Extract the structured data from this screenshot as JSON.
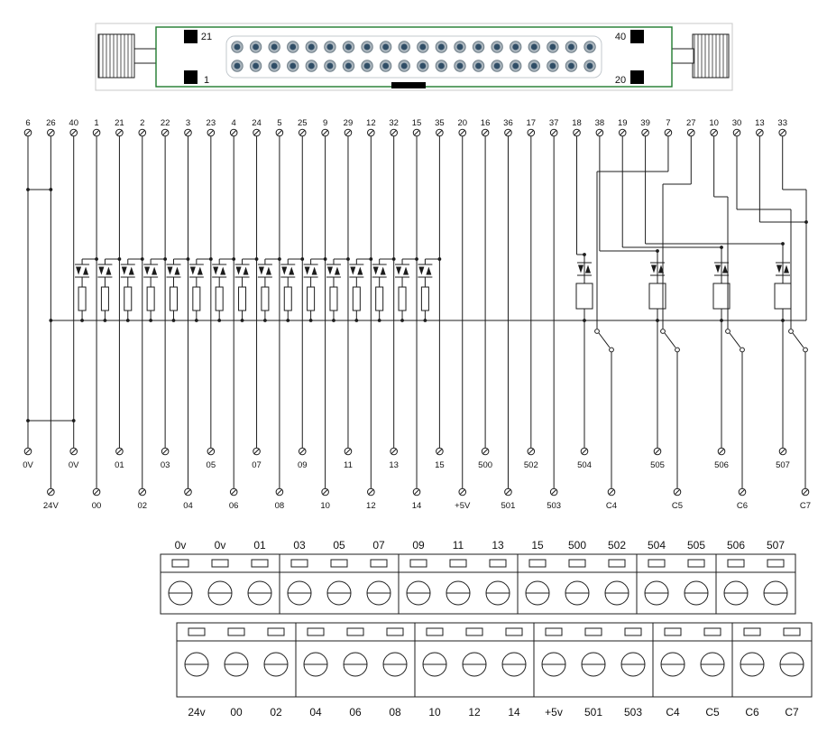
{
  "colors": {
    "line": "#1c1c1c",
    "green": "#1e7a2e",
    "gray_frame": "#c8c8c8",
    "pin_outer": "#a9b4bc",
    "pin_outer_stroke": "#6f7e88",
    "pin_inner": "#2f4d66",
    "black": "#000000"
  },
  "connector": {
    "label_top_left": "21",
    "label_bottom_left": "1",
    "label_top_right": "40",
    "label_bottom_right": "20",
    "rows": 2,
    "pins_per_row": 20
  },
  "schematic": {
    "top_pins": [
      "6",
      "26",
      "40",
      "1",
      "21",
      "2",
      "22",
      "3",
      "23",
      "4",
      "24",
      "5",
      "25",
      "9",
      "29",
      "12",
      "32",
      "15",
      "35",
      "20",
      "16",
      "36",
      "17",
      "37",
      "18",
      "38",
      "19",
      "39",
      "7",
      "27",
      "10",
      "30",
      "13",
      "33"
    ],
    "bottom_upper": [
      "0V",
      "0V",
      "01",
      "03",
      "05",
      "07",
      "09",
      "11",
      "13",
      "15",
      "500",
      "502",
      "504",
      "505",
      "506",
      "507"
    ],
    "bottom_lower": [
      "24V",
      "00",
      "02",
      "04",
      "06",
      "08",
      "10",
      "12",
      "14",
      "+5V",
      "501",
      "503",
      "C4",
      "C5",
      "C6",
      "C7"
    ],
    "input_channel_count": 16,
    "relay_count": 4
  },
  "terminal_strip": {
    "top_labels": [
      "0v",
      "0v",
      "01",
      "03",
      "05",
      "07",
      "09",
      "11",
      "13",
      "15",
      "500",
      "502",
      "504",
      "505",
      "506",
      "507"
    ],
    "bottom_labels": [
      "24v",
      "00",
      "02",
      "04",
      "06",
      "08",
      "10",
      "12",
      "14",
      "+5v",
      "501",
      "503",
      "C4",
      "C5",
      "C6",
      "C7"
    ],
    "sections": [
      3,
      3,
      3,
      3,
      2,
      2
    ]
  }
}
